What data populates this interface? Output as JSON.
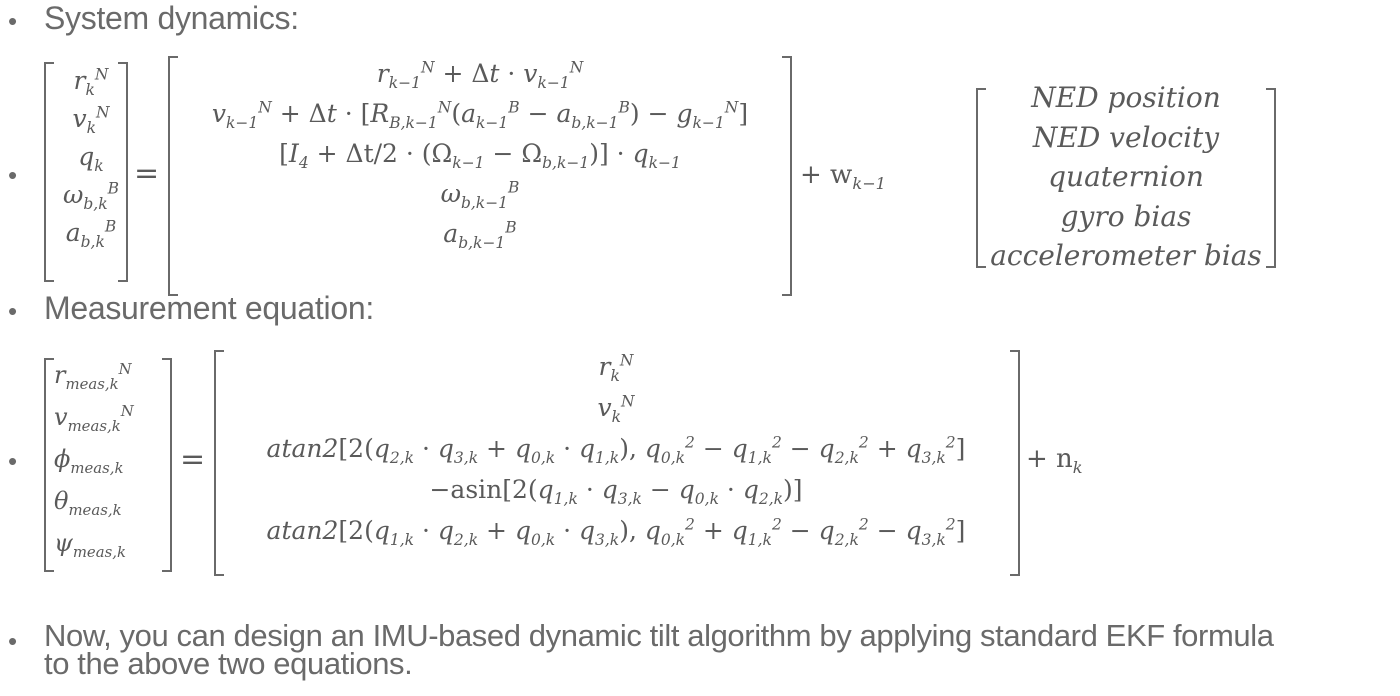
{
  "headings": {
    "dynamics": "System dynamics:",
    "measurement": "Measurement equation:"
  },
  "bullet": "•",
  "conclusion": {
    "line1": "Now, you can design an IMU-based dynamic tilt algorithm by applying standard EKF formula",
    "line2": "to the above two equations."
  },
  "state_labels": [
    "NED position",
    "NED velocity",
    "quaternion",
    "gyro bias",
    "accelerometer bias"
  ],
  "symbols": {
    "equals": "=",
    "process_noise": "+ w",
    "process_noise_sub": "k−1",
    "meas_noise": "+ n",
    "meas_noise_sub": "k"
  },
  "measurement_rows_text": {
    "roll_fn": "atan2",
    "pitch_fn": "−asin",
    "yaw_fn": "atan2"
  }
}
